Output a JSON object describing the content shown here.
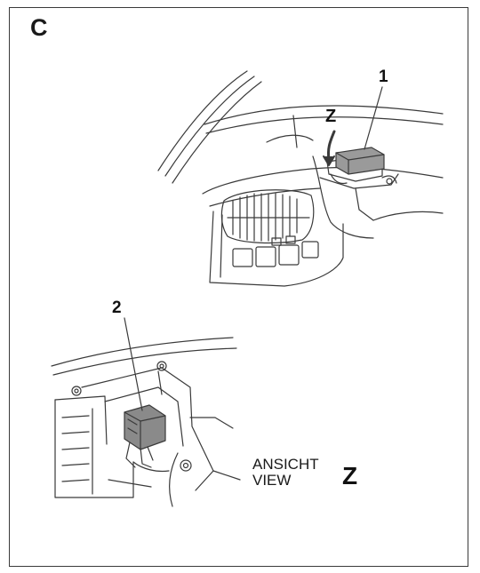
{
  "panel": {
    "letter": "C"
  },
  "callouts": {
    "item_1": "1",
    "item_2": "2",
    "view_marker": "Z"
  },
  "view_caption": {
    "line1": "ANSICHT",
    "line2": "VIEW",
    "letter": "Z"
  },
  "colors": {
    "line": "#3a3a3a",
    "relay_fill": "#8a8a8a",
    "background": "#ffffff"
  }
}
